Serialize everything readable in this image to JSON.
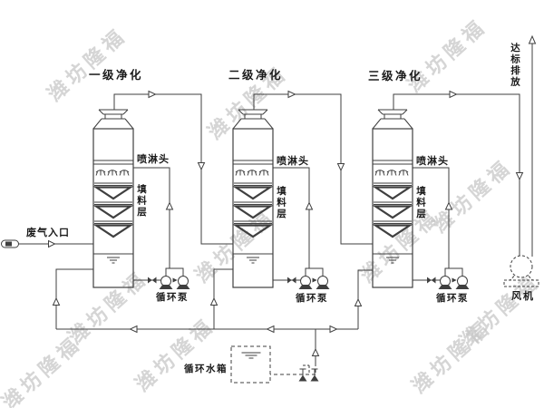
{
  "watermark": {
    "text": "潍坊隆福"
  },
  "labels": {
    "inlet": "废气入口",
    "outlet": "达标排放",
    "fan": "风机",
    "tank": "循环水箱"
  },
  "towers": [
    {
      "stage": "一级净化",
      "spray_head": "喷淋头",
      "packing": "填料层",
      "pump": "循环泵"
    },
    {
      "stage": "二级净化",
      "spray_head": "喷淋头",
      "packing": "填料层",
      "pump": "循环泵"
    },
    {
      "stage": "三级净化",
      "spray_head": "喷淋头",
      "packing": "填料层",
      "pump": "循环泵"
    }
  ],
  "colors": {
    "line": "#3f3f3f",
    "label": "#1a1a1a",
    "watermark": "#c6c6c6",
    "background": "#ffffff"
  }
}
